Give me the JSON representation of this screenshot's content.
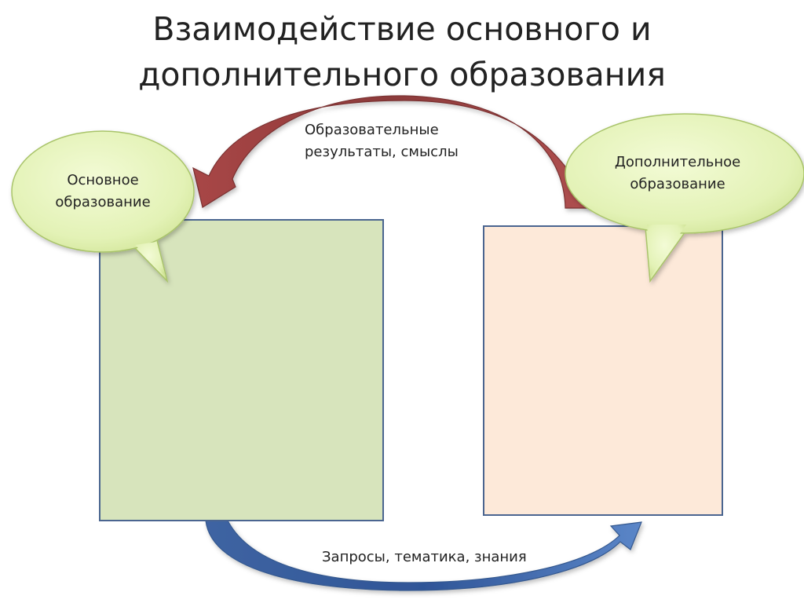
{
  "slide": {
    "title_line1": "Взаимодействие основного и",
    "title_line2": "дополнительного образования"
  },
  "left_bubble": {
    "line1": "Основное",
    "line2": "образование"
  },
  "right_bubble": {
    "line1": "Дополнительное",
    "line2": "образование"
  },
  "top_arrow": {
    "line1": "Образовательные",
    "line2": "результаты, смыслы"
  },
  "bottom_arrow": {
    "label": "Запросы, тематика, знания"
  },
  "colors": {
    "left_box": "#d7e4bc",
    "right_box": "#fde9d9",
    "bubble": "#e3f2b6",
    "top_arrow": "#8c3a3a",
    "bottom_arrow": "#4f78b6"
  }
}
